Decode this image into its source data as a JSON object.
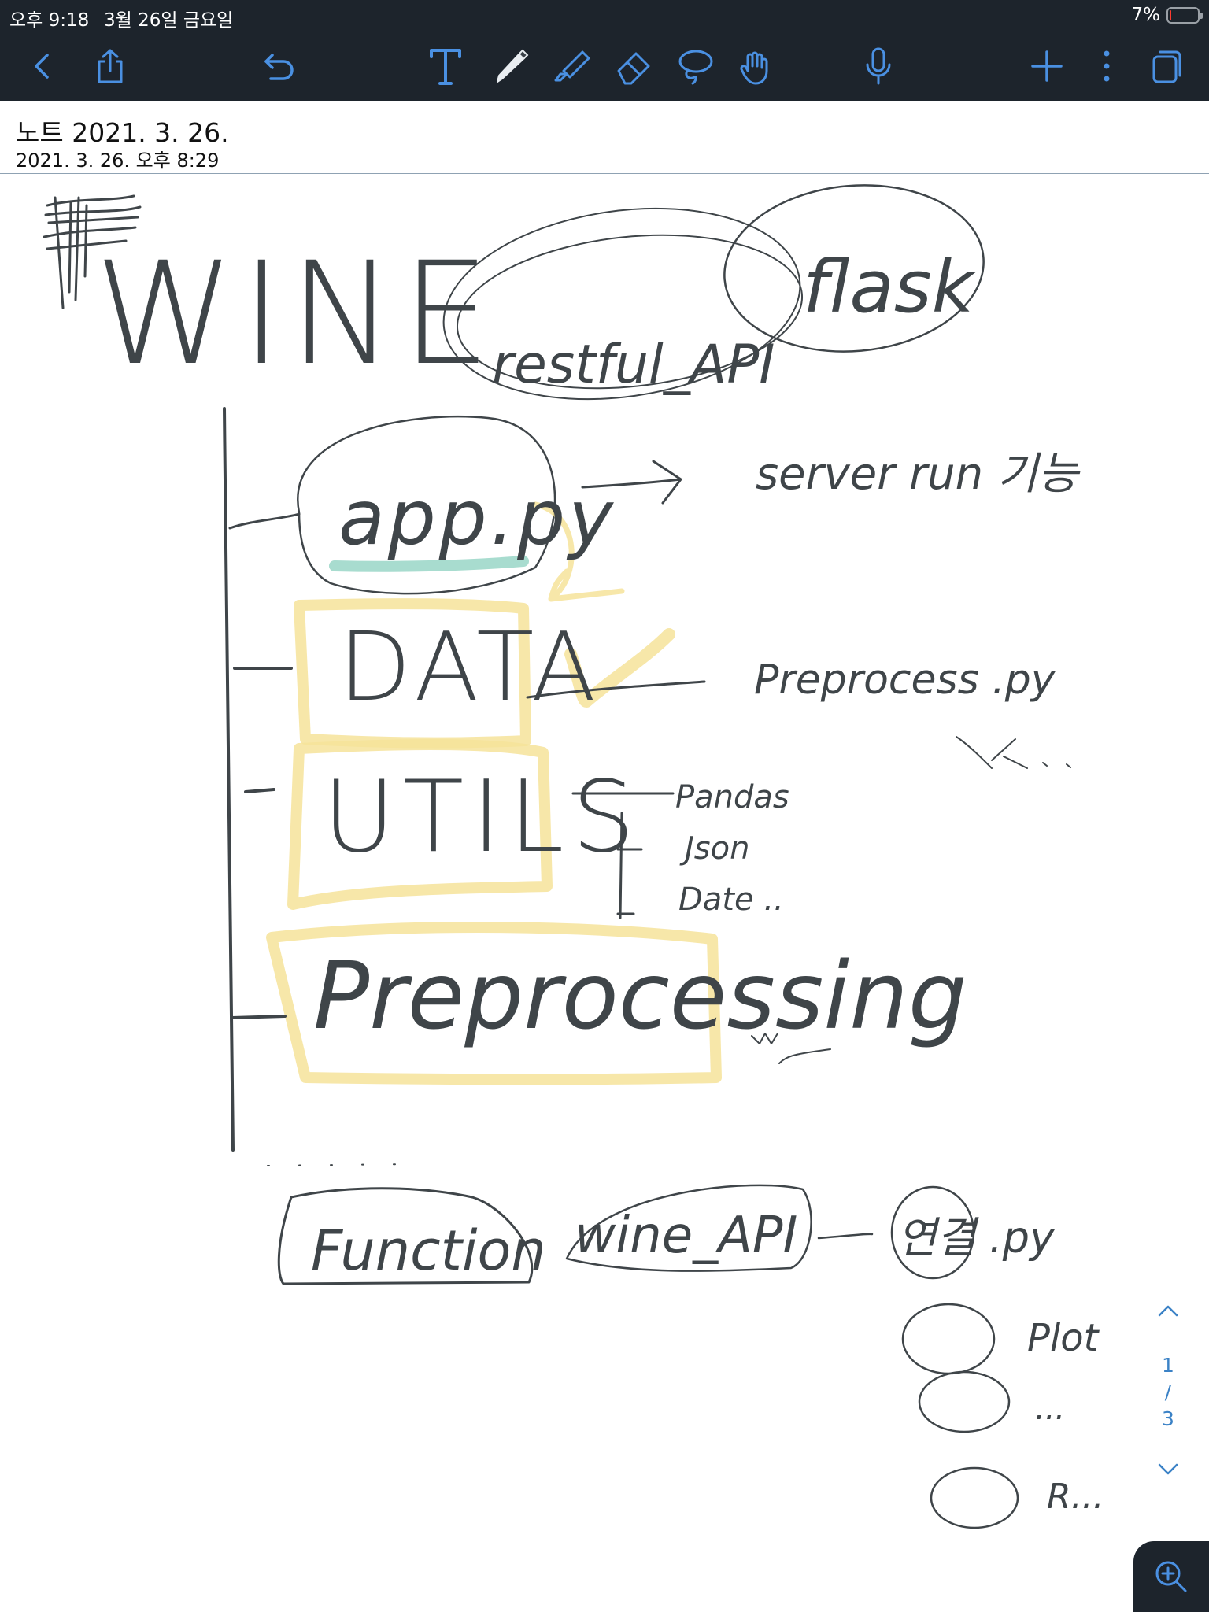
{
  "status_bar": {
    "time": "오후 9:18",
    "date": "3월 26일 금요일",
    "battery_percent": "7%",
    "battery_level": 0.07,
    "battery_color": "#ff3b30"
  },
  "toolbar": {
    "accent_color": "#4a90e2",
    "buttons": [
      {
        "name": "back",
        "icon": "chevron-left-icon"
      },
      {
        "name": "share",
        "icon": "share-icon"
      },
      {
        "name": "undo",
        "icon": "undo-icon"
      },
      {
        "name": "text-tool",
        "icon": "text-icon"
      },
      {
        "name": "pen-tool",
        "icon": "pen-icon"
      },
      {
        "name": "highlighter-tool",
        "icon": "highlighter-icon"
      },
      {
        "name": "eraser-tool",
        "icon": "eraser-icon"
      },
      {
        "name": "lasso-tool",
        "icon": "lasso-icon"
      },
      {
        "name": "hand-tool",
        "icon": "hand-icon"
      },
      {
        "name": "microphone",
        "icon": "microphone-icon"
      },
      {
        "name": "add",
        "icon": "plus-icon"
      },
      {
        "name": "more",
        "icon": "more-vertical-icon"
      },
      {
        "name": "pages",
        "icon": "pages-icon"
      }
    ]
  },
  "note": {
    "title": "노트 2021. 3. 26.",
    "subtitle": "2021. 3. 26. 오후 8:29"
  },
  "handwriting": {
    "heading": "WINE",
    "api_label": "restful_API",
    "framework_label": "flask",
    "server_note": "server run 기능",
    "nodes": [
      "app.py",
      "DATA",
      "UTILS",
      "Preprocessing"
    ],
    "data_note": "Preprocess .py",
    "utils_items": [
      "Pandas",
      "Json",
      "Date .."
    ],
    "function_label": "Function",
    "wine_api_label": "wine_API",
    "right_column": [
      "연결 .py",
      "Plot",
      "...",
      "R..."
    ]
  },
  "pager": {
    "current": "1",
    "separator": "/",
    "total": "3",
    "color": "#3b82c6"
  }
}
